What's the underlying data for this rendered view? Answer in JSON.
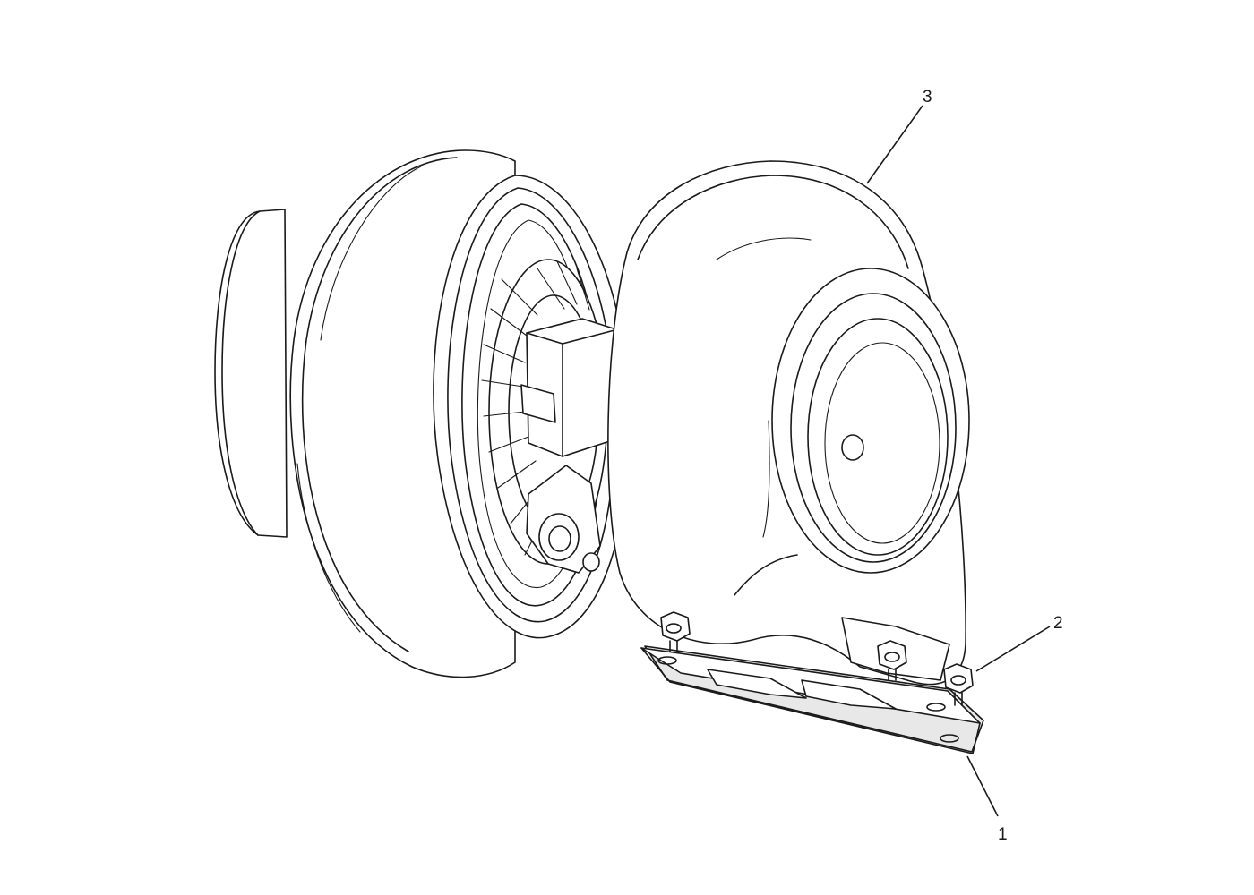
{
  "callouts": [
    {
      "id": "callout-3",
      "label": "3"
    },
    {
      "id": "callout-2",
      "label": "2"
    },
    {
      "id": "callout-1",
      "label": "1"
    }
  ]
}
